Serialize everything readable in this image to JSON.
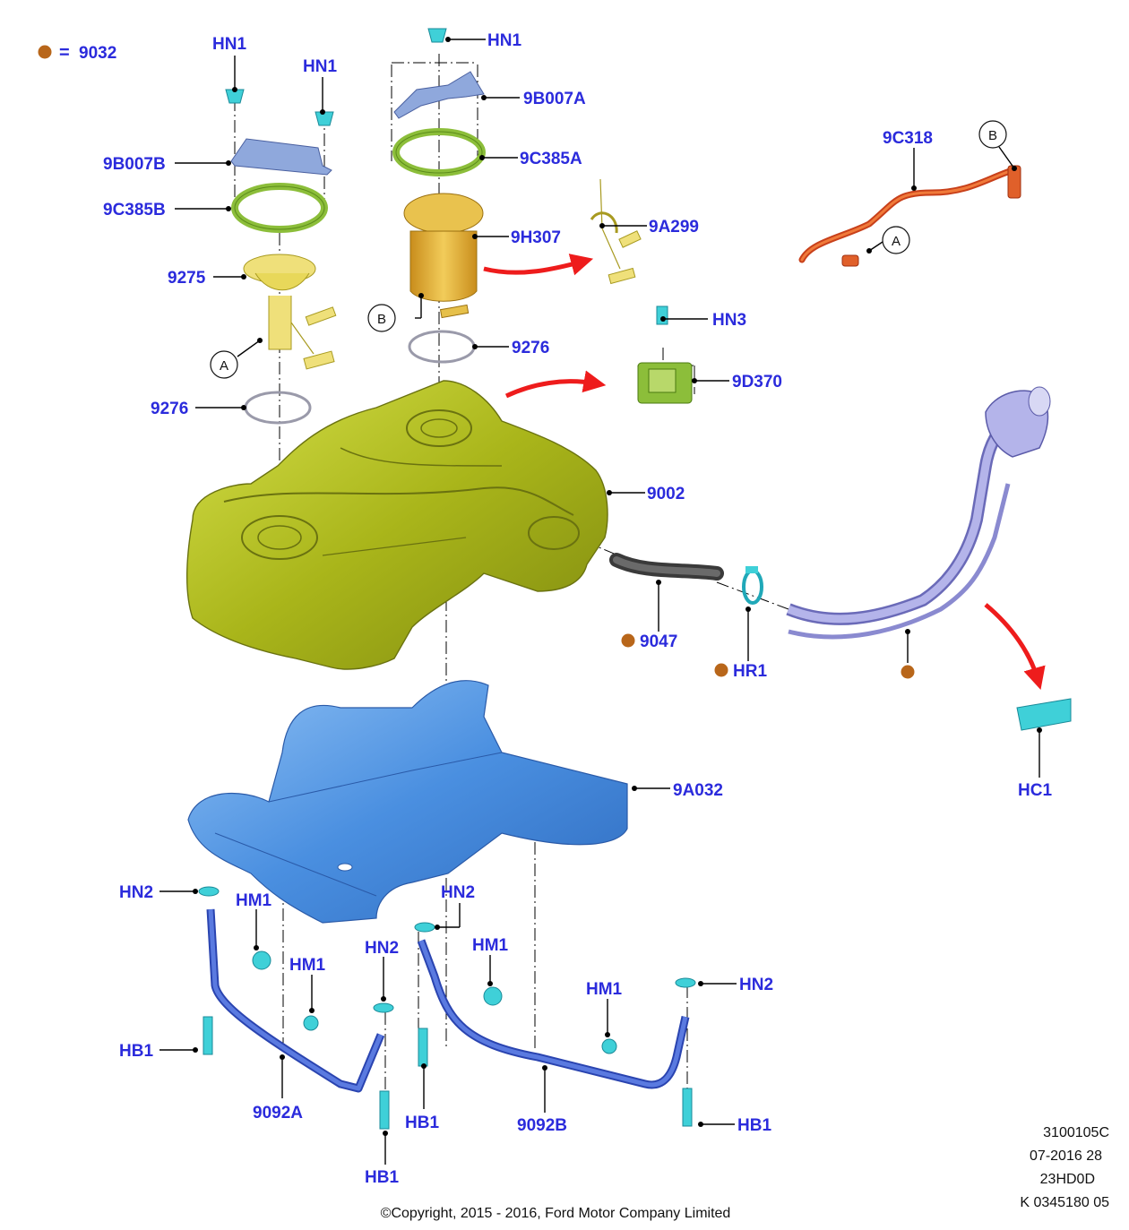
{
  "legend": {
    "symbol_color": "#b8661a",
    "equals": "=",
    "value": "9032"
  },
  "labels": {
    "hn1_a": "HN1",
    "hn1_b": "HN1",
    "hn1_c": "HN1",
    "b007b": "9B007B",
    "b007a": "9B007A",
    "c385b": "9C385B",
    "c385a": "9C385A",
    "p9275": "9275",
    "h307": "9H307",
    "a299": "9A299",
    "c318": "9C318",
    "hn3": "HN3",
    "d370": "9D370",
    "p9276_a": "9276",
    "p9276_b": "9276",
    "p9002": "9002",
    "p9047": "9047",
    "hr1": "HR1",
    "hc1": "HC1",
    "a032": "9A032",
    "hn2_a": "HN2",
    "hn2_b": "HN2",
    "hn2_c": "HN2",
    "hn2_d": "HN2",
    "hm1_a": "HM1",
    "hm1_b": "HM1",
    "hm1_c": "HM1",
    "hm1_d": "HM1",
    "hb1_a": "HB1",
    "hb1_b": "HB1",
    "hb1_c": "HB1",
    "hb1_d": "HB1",
    "p9092a": "9092A",
    "p9092b": "9092B"
  },
  "callouts": {
    "a1": "A",
    "b1": "B",
    "a2": "A",
    "b2": "B"
  },
  "reference": [
    "3100105C",
    "07-2016 28",
    "23HD0D",
    "K 0345180 05"
  ],
  "copyright": "©Copyright, 2015 - 2016, Ford Motor Company Limited",
  "colors": {
    "label": "#2b2bdc",
    "tank": "#b6c11a",
    "shield": "#4a8fe0",
    "pump": "#e0b43a",
    "fastener": "#3fd0d8",
    "filler": "#9a9ad8",
    "strap": "#3a56d0",
    "hose": "#e0602a",
    "arrow": "#ee1c1c"
  }
}
